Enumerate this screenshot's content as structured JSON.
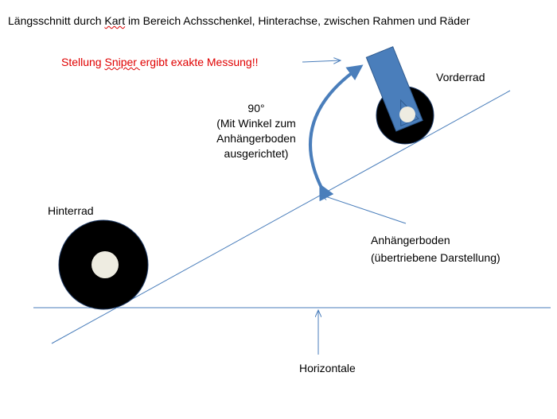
{
  "title_pre": "Längsschnitt durch ",
  "title_kart": "Kart",
  "title_post": " im Bereich  Achsschenkel, Hinterachse, zwischen Rahmen und  Räder",
  "sniper_pre": "Stellung ",
  "sniper_word": "Sniper ",
  "sniper_post": "ergibt exakte Messung!!",
  "angle_lines": [
    "90°",
    "(Mit Winkel zum",
    "Anhängerboden",
    "ausgerichtet)"
  ],
  "front_wheel": "Vorderrad",
  "rear_wheel": "Hinterrad",
  "trailer_floor": "Anhängerboden",
  "trailer_note": "(übertriebene Darstellung)",
  "horizontal": "Horizontale",
  "colors": {
    "accent": "#4a7ebb",
    "warning": "#e00000"
  }
}
